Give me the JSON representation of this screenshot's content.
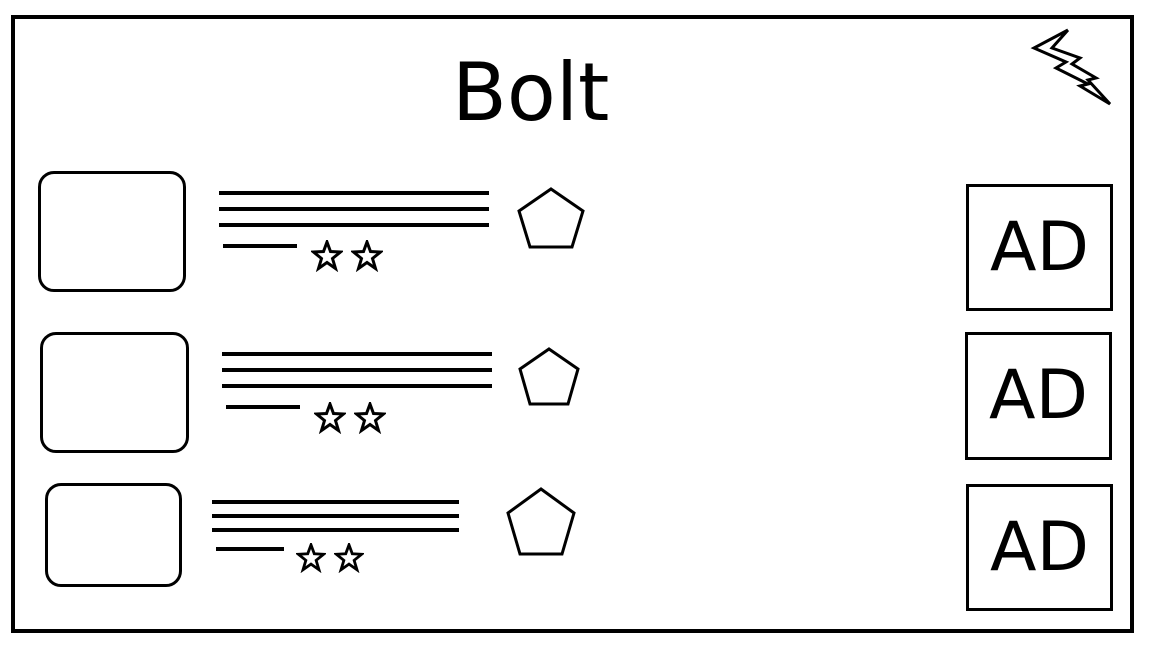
{
  "app": {
    "title": "Bolt",
    "logo_icon": "lightning-bolt-icon"
  },
  "list": {
    "items": [
      {
        "image_icon": "image-placeholder",
        "rating_stars": 2,
        "action_icon": "pentagon-icon"
      },
      {
        "image_icon": "image-placeholder",
        "rating_stars": 2,
        "action_icon": "pentagon-icon"
      },
      {
        "image_icon": "image-placeholder",
        "rating_stars": 2,
        "action_icon": "pentagon-icon"
      }
    ]
  },
  "ads": [
    {
      "label": "AD"
    },
    {
      "label": "AD"
    },
    {
      "label": "AD"
    }
  ]
}
